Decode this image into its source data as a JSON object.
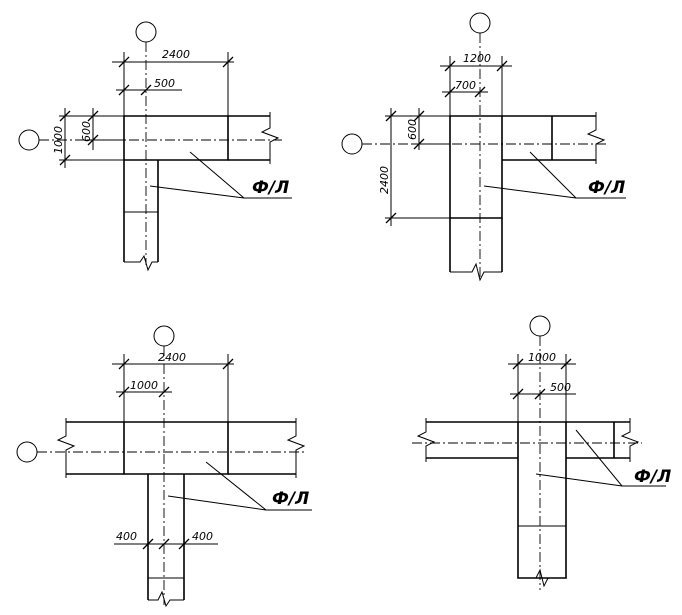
{
  "details": [
    {
      "label": "Ф/Л",
      "dimensions": [
        "2400",
        "500",
        "600",
        "1000"
      ]
    },
    {
      "label": "Ф/Л",
      "dimensions": [
        "1200",
        "700",
        "600",
        "2400"
      ]
    },
    {
      "label": "Ф/Л",
      "dimensions": [
        "2400",
        "1000",
        "400",
        "400"
      ]
    },
    {
      "label": "Ф/Л",
      "dimensions": [
        "1000",
        "500"
      ]
    }
  ]
}
